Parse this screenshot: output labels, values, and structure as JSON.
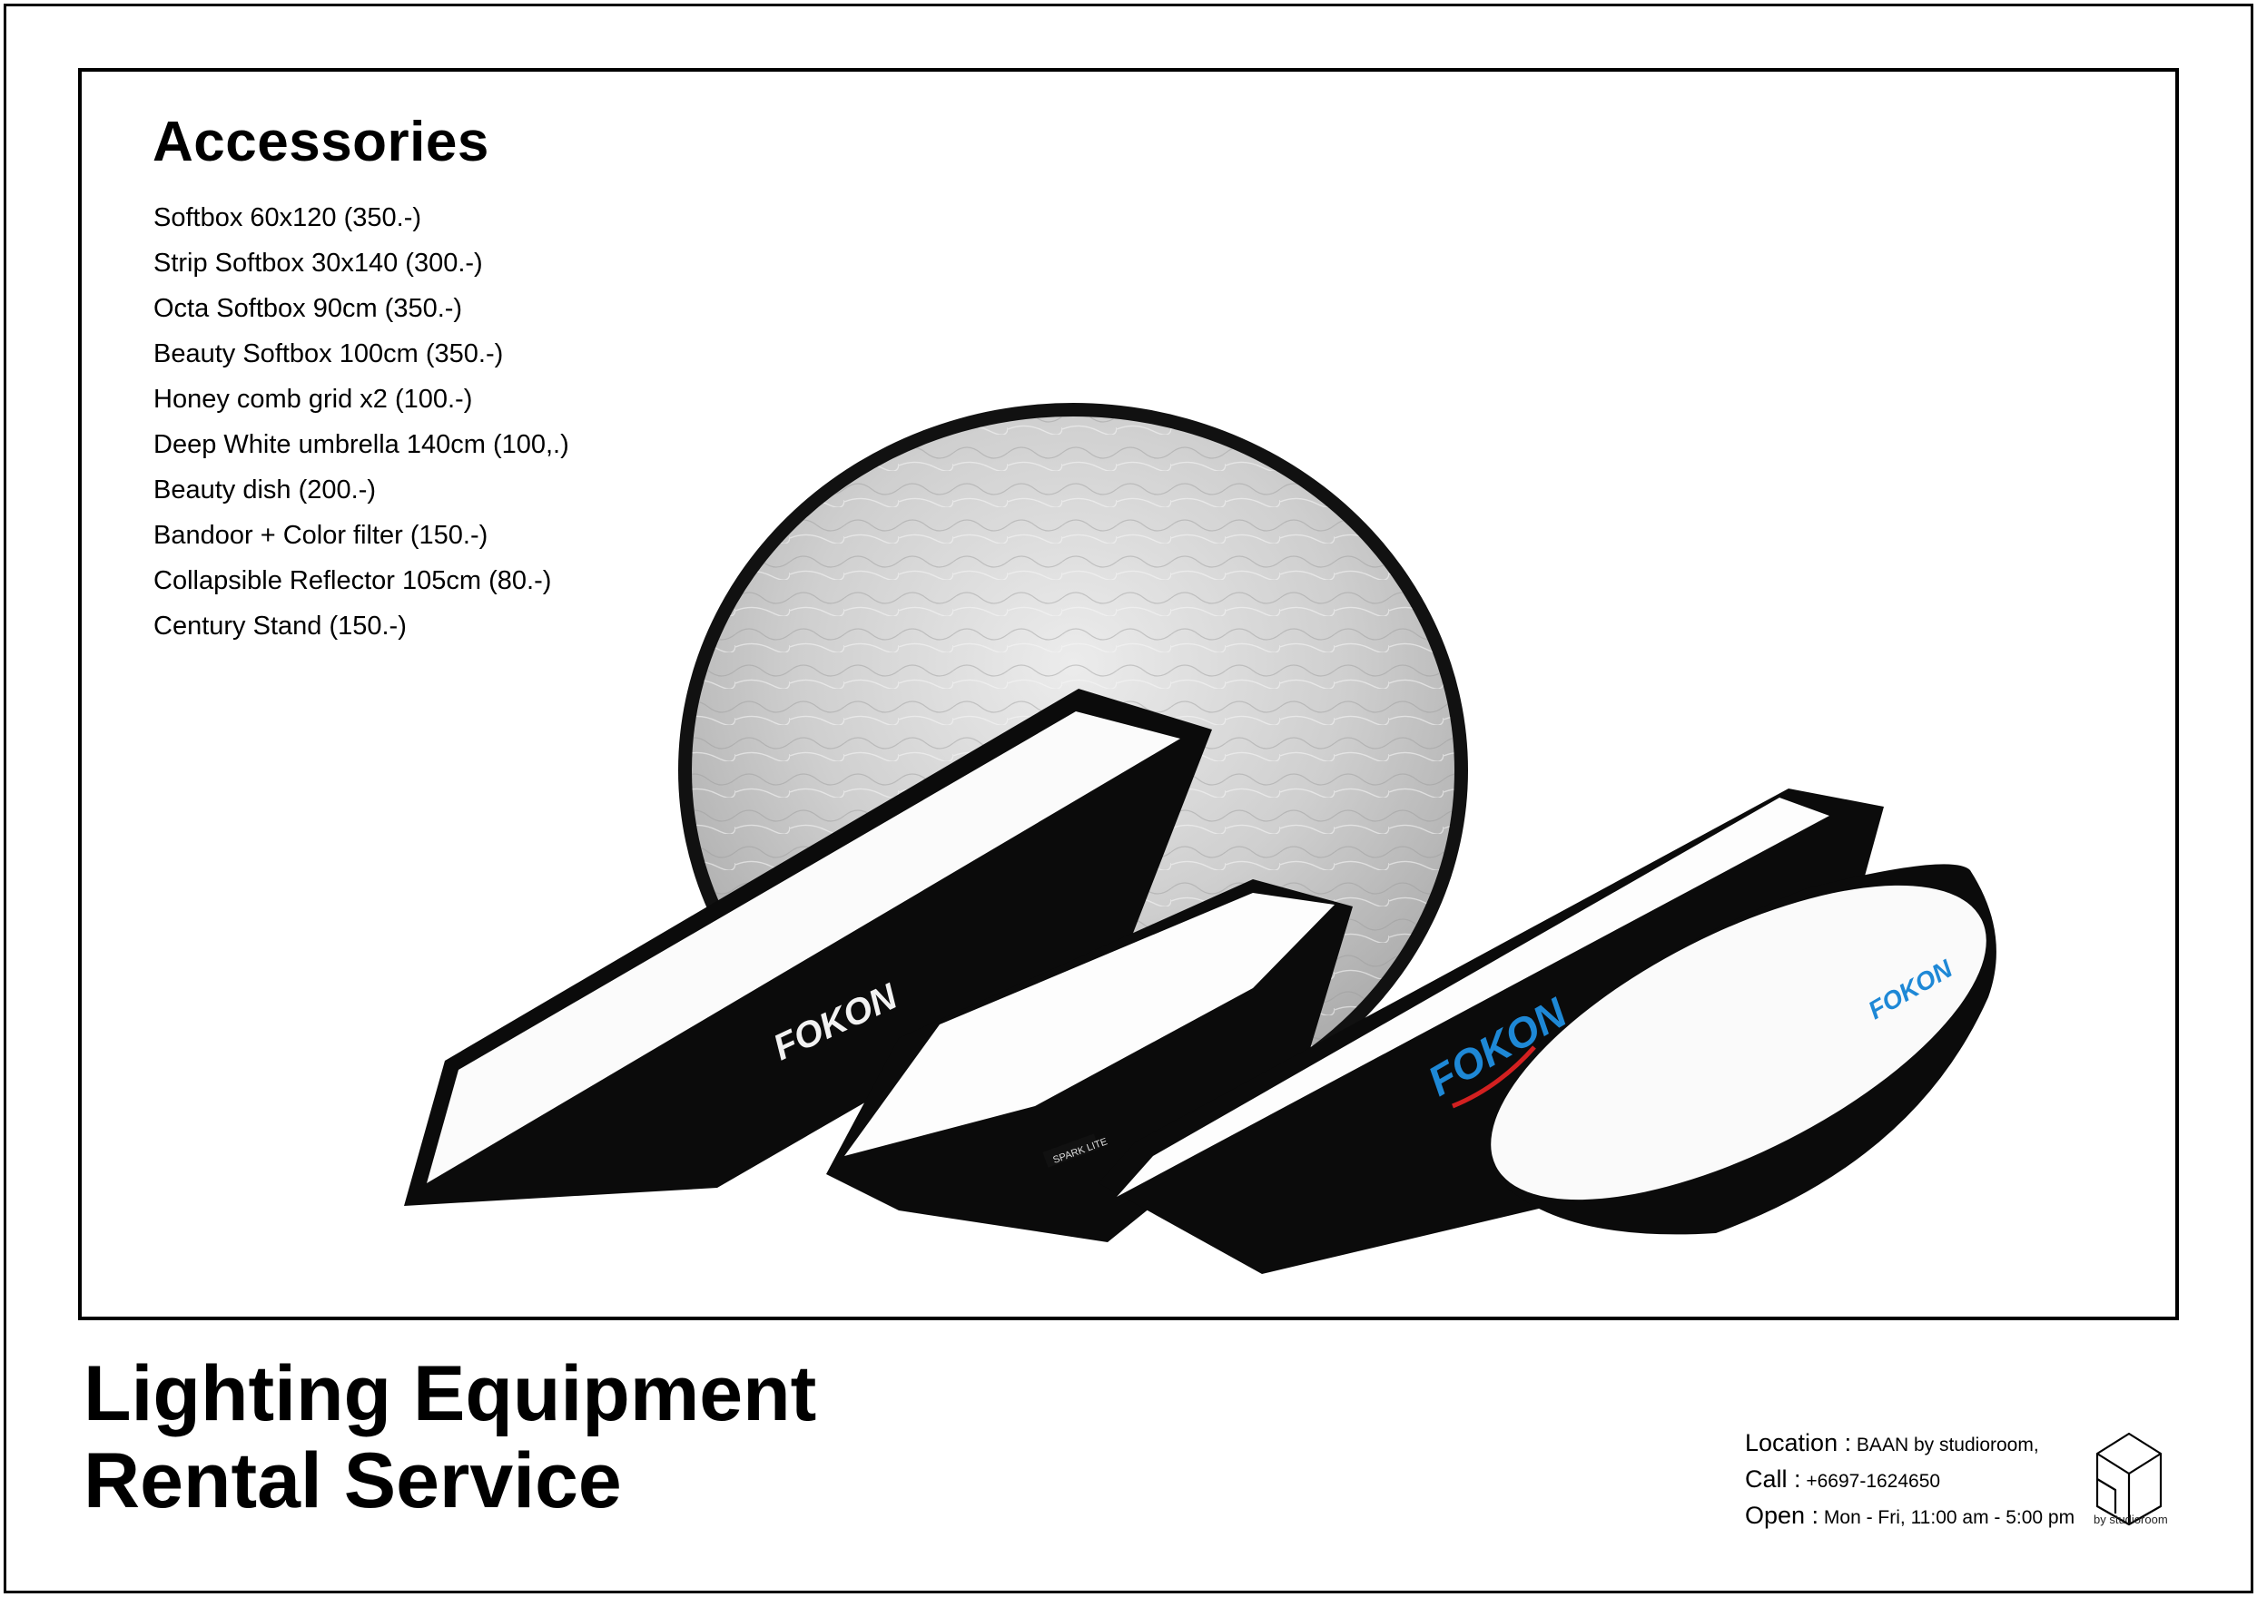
{
  "accessories": {
    "title": "Accessories",
    "items": [
      "Softbox 60x120 (350.-)",
      "Strip Softbox 30x140 (300.-)",
      "Octa Softbox 90cm (350.-)",
      "Beauty Softbox 100cm (350.-)",
      "Honey comb grid x2 (100.-)",
      "Deep White umbrella 140cm (100,.)",
      "Beauty dish (200.-)",
      "Bandoor + Color filter (150.-)",
      "Collapsible Reflector 105cm (80.-)",
      "Century Stand (150.-)"
    ]
  },
  "products": {
    "brand_white": "FOKON",
    "brand_blue": "FOKON",
    "small_tag": "SPARK LITE",
    "colors": {
      "fabric": "#0b0b0b",
      "diffuser": "#ffffff",
      "reflector": "#c9c9c9",
      "brand_blue": "#1e88d6",
      "brand_red": "#d32020"
    }
  },
  "title": {
    "line1": "Lighting Equipment",
    "line2": "Rental Service"
  },
  "contact": {
    "location_label": "Location :",
    "location_value": " BAAN by studioroom,",
    "call_label": "Call :",
    "call_value": " +6697-1624650",
    "open_label": "Open :",
    "open_value": " Mon - Fri, 11:00 am - 5:00 pm"
  },
  "logo": {
    "caption": "by studioroom"
  }
}
